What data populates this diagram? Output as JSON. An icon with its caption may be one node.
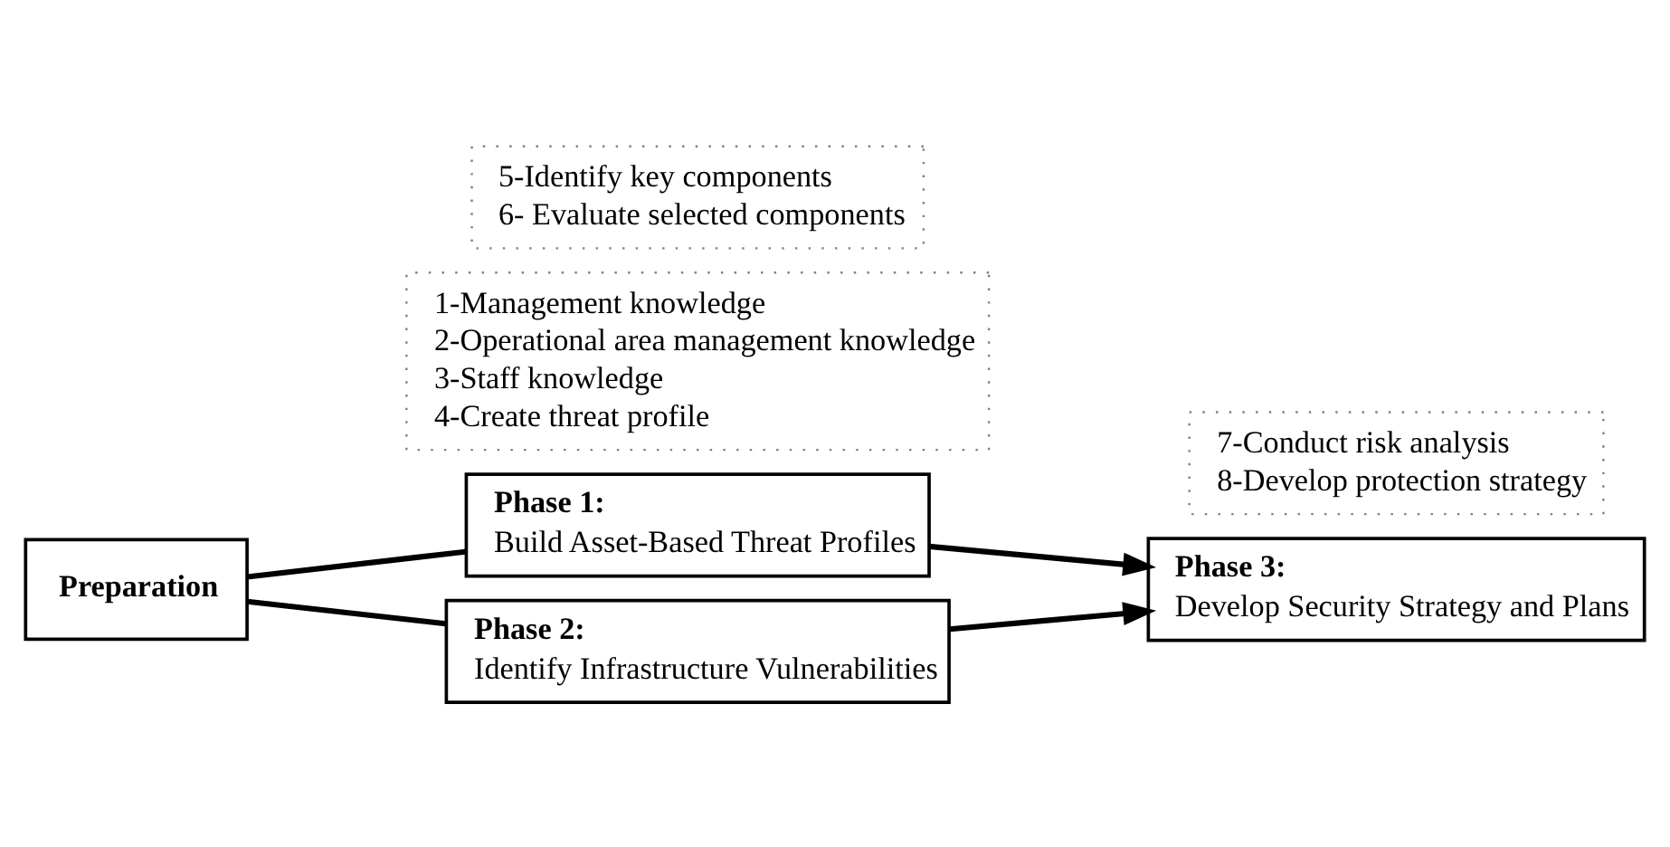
{
  "diagram": {
    "nodes": [
      {
        "text": [
          "Preparation"
        ]
      },
      {
        "text": [
          "Phase 1:",
          "Build Asset-Based Threat Profiles"
        ]
      },
      {
        "text": [
          "1-Management knowledge",
          "2-Operational area management knowledge",
          "3-Staff knowledge",
          "4-Create threat profile"
        ]
      },
      {
        "text": [
          "Phase 2:",
          "Identify Infrastructure Vulnerabilities"
        ]
      },
      {
        "text": [
          "5-Identify key components",
          "6- Evaluate selected components"
        ]
      },
      {
        "text": [
          "Phase 3:",
          "Develop Security Strategy and Plans"
        ]
      },
      {
        "text": [
          "7-Conduct risk analysis",
          "8-Develop protection strategy"
        ]
      }
    ],
    "edges": [
      {
        "from": 0,
        "to": 1,
        "arrow": "none"
      },
      {
        "from": 0,
        "to": 3,
        "arrow": "none"
      },
      {
        "from": 1,
        "to": 5,
        "arrow": "to"
      },
      {
        "from": 3,
        "to": 5,
        "arrow": "to"
      }
    ]
  }
}
